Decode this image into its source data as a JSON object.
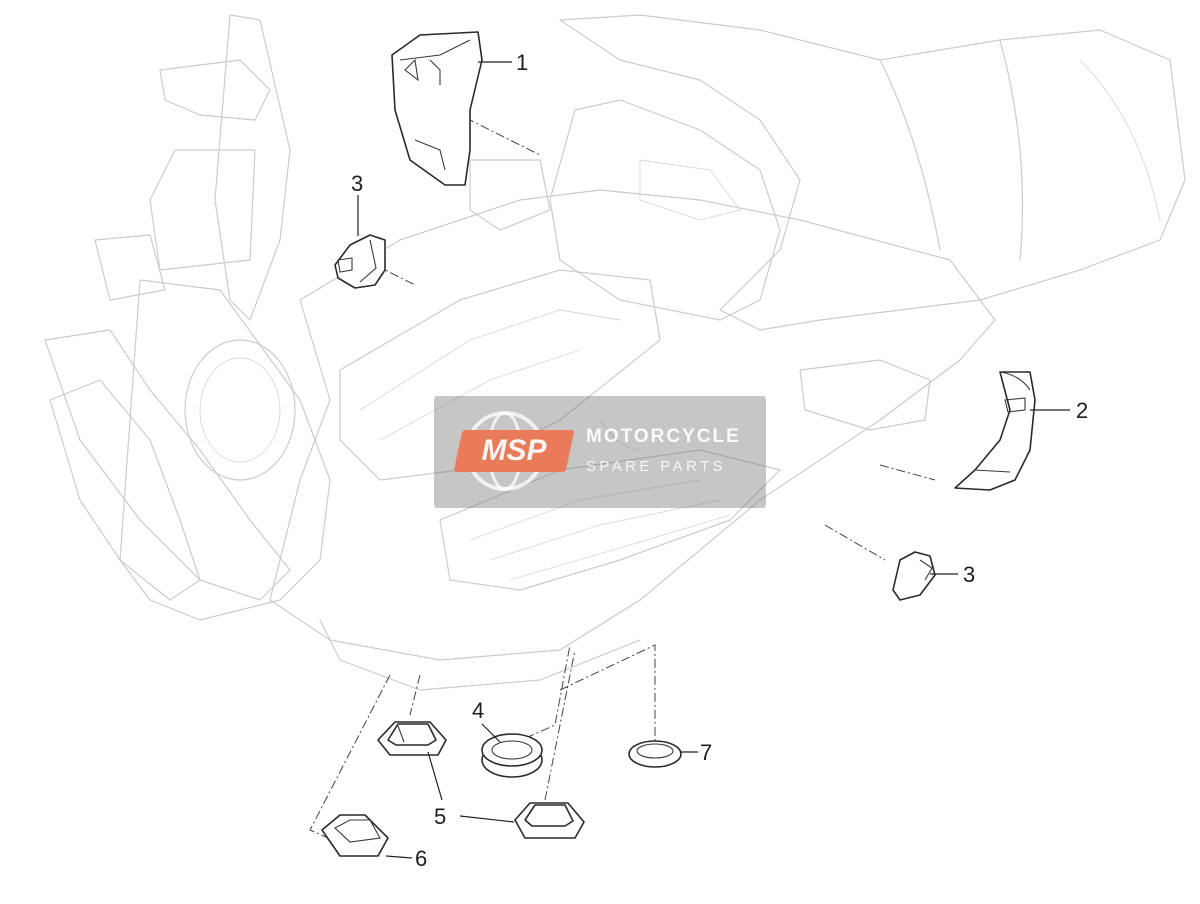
{
  "callouts": [
    {
      "id": "part-1",
      "label": "1"
    },
    {
      "id": "part-2",
      "label": "2"
    },
    {
      "id": "part-3-upper",
      "label": "3"
    },
    {
      "id": "part-3-lower",
      "label": "3"
    },
    {
      "id": "part-4",
      "label": "4"
    },
    {
      "id": "part-5",
      "label": "5"
    },
    {
      "id": "part-6",
      "label": "6"
    },
    {
      "id": "part-7",
      "label": "7"
    }
  ],
  "watermark": {
    "badge": "MSP",
    "line1": "MOTORCYCLE",
    "line2": "SPARE PARTS",
    "badge_color": "#e97a5a"
  },
  "colors": {
    "ghost_lines": "#c9ccd1",
    "part_lines": "#2a2a2a",
    "background": "#ffffff"
  }
}
